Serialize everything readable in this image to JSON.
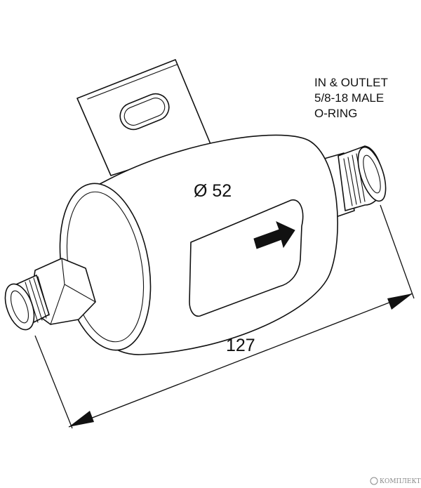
{
  "spec_note": {
    "lines": [
      "IN & OUTLET",
      "5/8-18 MALE",
      "O-RING"
    ]
  },
  "dimensions": {
    "diameter_label": "Ø 52",
    "length_label": "127"
  },
  "flow_arrow_icon": "flow-direction-arrow",
  "watermark": {
    "text": "КОМПЛЕКТ"
  }
}
